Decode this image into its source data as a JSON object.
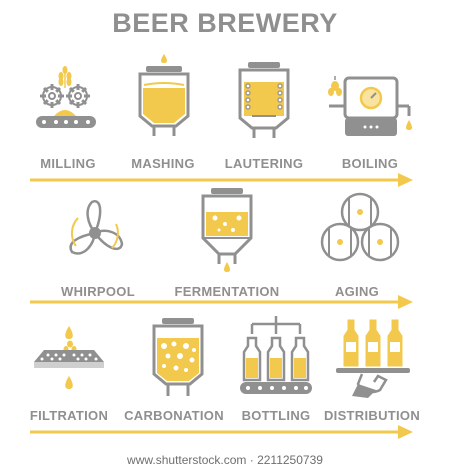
{
  "title": "BEER BREWERY",
  "colors": {
    "gray": "#909090",
    "light_gray": "#cfcfcf",
    "yellow": "#f2c94c",
    "light_yellow": "#f9e3a0"
  },
  "rows": [
    {
      "steps": [
        {
          "label": "MILLING",
          "icon": "mill-gears-icon"
        },
        {
          "label": "MASHING",
          "icon": "mash-tank-icon"
        },
        {
          "label": "LAUTERING",
          "icon": "lauter-tank-icon"
        },
        {
          "label": "BOILING",
          "icon": "boiler-icon"
        }
      ]
    },
    {
      "steps": [
        {
          "label": "WHIRPOOL",
          "icon": "whirlpool-fan-icon"
        },
        {
          "label": "FERMENTATION",
          "icon": "fermentation-tank-icon"
        },
        {
          "label": "AGING",
          "icon": "barrels-icon"
        }
      ]
    },
    {
      "steps": [
        {
          "label": "FILTRATION",
          "icon": "filter-icon"
        },
        {
          "label": "CARBONATION",
          "icon": "carbonation-tank-icon"
        },
        {
          "label": "BOTTLING",
          "icon": "bottling-line-icon"
        },
        {
          "label": "DISTRIBUTION",
          "icon": "bottle-tray-icon"
        }
      ]
    }
  ],
  "footer": "www.shutterstock.com · 2211250739"
}
